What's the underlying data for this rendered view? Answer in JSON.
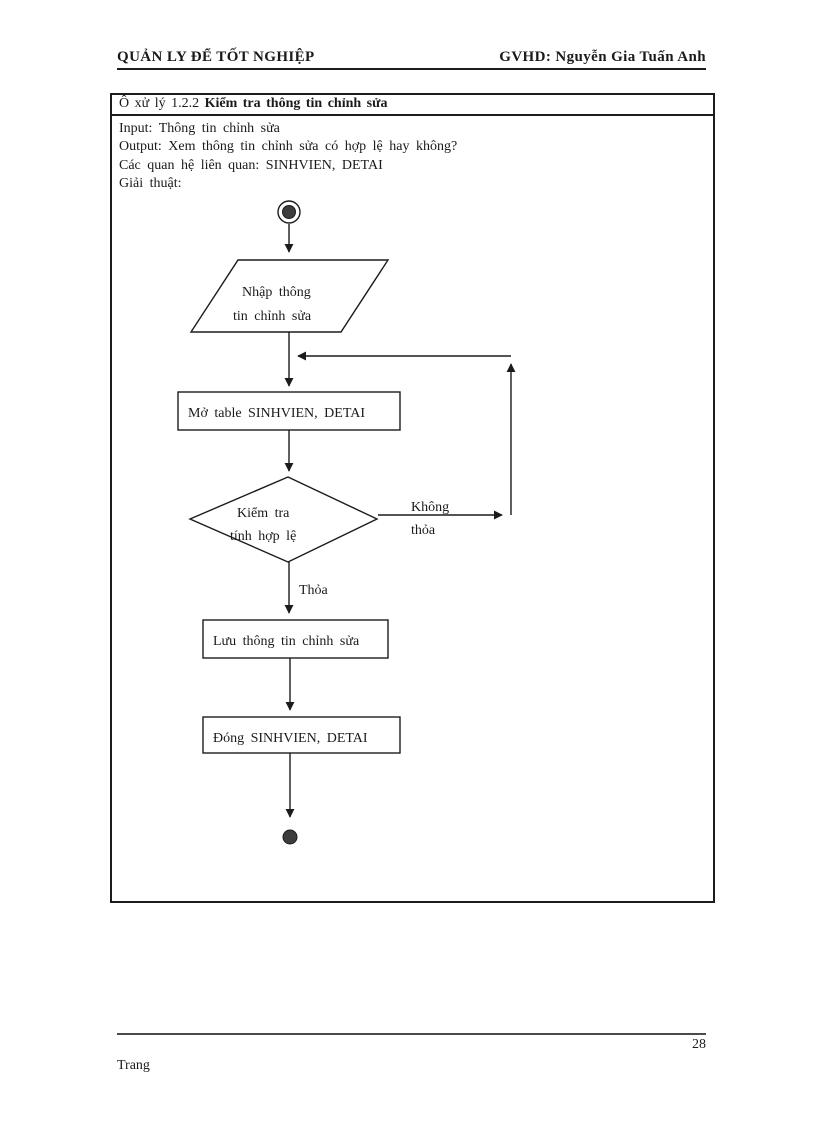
{
  "page": {
    "header": {
      "left": "QUẢN LY ĐỂ TỐT NGHIỆP",
      "right": "GVHD: Nguyễn Gia Tuấn Anh"
    },
    "footer": {
      "page_number": "28",
      "label": "Trang"
    }
  },
  "process_box": {
    "title_prefix": "Ô xử lý 1.2.2 ",
    "title_main": "Kiểm tra thông tin chỉnh sửa",
    "input_line": "Input: Thông tin chỉnh sửa",
    "output_line": "Output: Xem thông tin chỉnh sửa có hợp lệ hay không?",
    "relations_line": "Các quan hệ liên quan: SINHVIEN, DETAI",
    "algorithm_line": "Giải thuật:"
  },
  "flowchart": {
    "input_node_line1": "Nhập thông",
    "input_node_line2": "tin chỉnh sửa",
    "open_table_node": "Mở table SINHVIEN, DETAI",
    "decision_line1": "Kiểm tra",
    "decision_line2": "tính hợp lệ",
    "branch_no_line1": "Không",
    "branch_no_line2": "thỏa",
    "branch_yes": "Thỏa",
    "save_node": "Lưu thông tin chỉnh sửa",
    "close_node": "Đóng SINHVIEN, DETAI"
  },
  "colors": {
    "ink": "#1c1c1c",
    "node_fill": "#ffffff",
    "terminal_fill": "#3d3d3d"
  }
}
